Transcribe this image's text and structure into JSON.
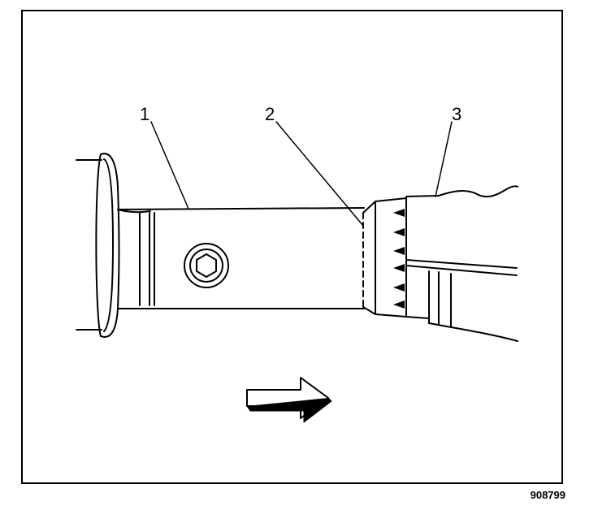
{
  "callouts": [
    {
      "label": "1",
      "target": "housing-tube"
    },
    {
      "label": "2",
      "target": "seam-joint"
    },
    {
      "label": "3",
      "target": "sleeve-clamp"
    }
  ],
  "figure_id": "908799",
  "arrow_direction": "right",
  "colors": {
    "line": "#000000",
    "background": "#ffffff"
  }
}
